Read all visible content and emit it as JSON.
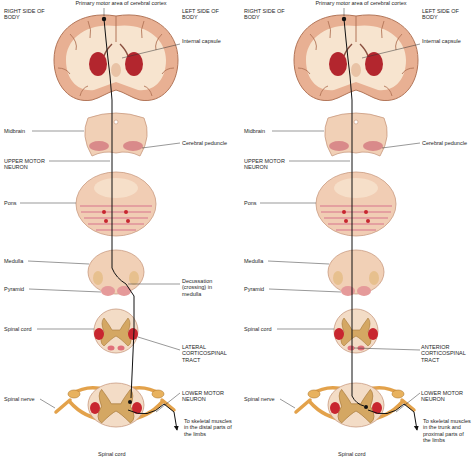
{
  "diagram": {
    "labels": [
      "Primary motor area of cerebral cortex",
      "RIGHT SIDE OF BODY",
      "LEFT SIDE OF BODY",
      "Internal capsule",
      "Midbrain",
      "Cerebral peduncle",
      "UPPER MOTOR NEURON",
      "Pons",
      "Medulla",
      "Pyramid",
      "Decussation (crossing) in medulla",
      "Spinal cord",
      "LATERAL CORTICOSPINAL TRACT",
      "Spinal nerve",
      "LOWER MOTOR NEURON",
      "To skeletal muscles in the distal parts of the limbs",
      "Spinal cord",
      "Primary motor area of cerebral cortex",
      "RIGHT SIDE OF BODY",
      "LEFT SIDE OF BODY",
      "Internal capsule",
      "Midbrain",
      "Cerebral peduncle",
      "UPPER MOTOR NEURON",
      "Pons",
      "Medulla",
      "Pyramid",
      "Spinal cord",
      "ANTERIOR CORTICOSPINAL TRACT",
      "Spinal nerve",
      "LOWER MOTOR NEURON",
      "To skeletal muscles in the trunk and proximal parts of the limbs",
      "Spinal cord"
    ]
  }
}
